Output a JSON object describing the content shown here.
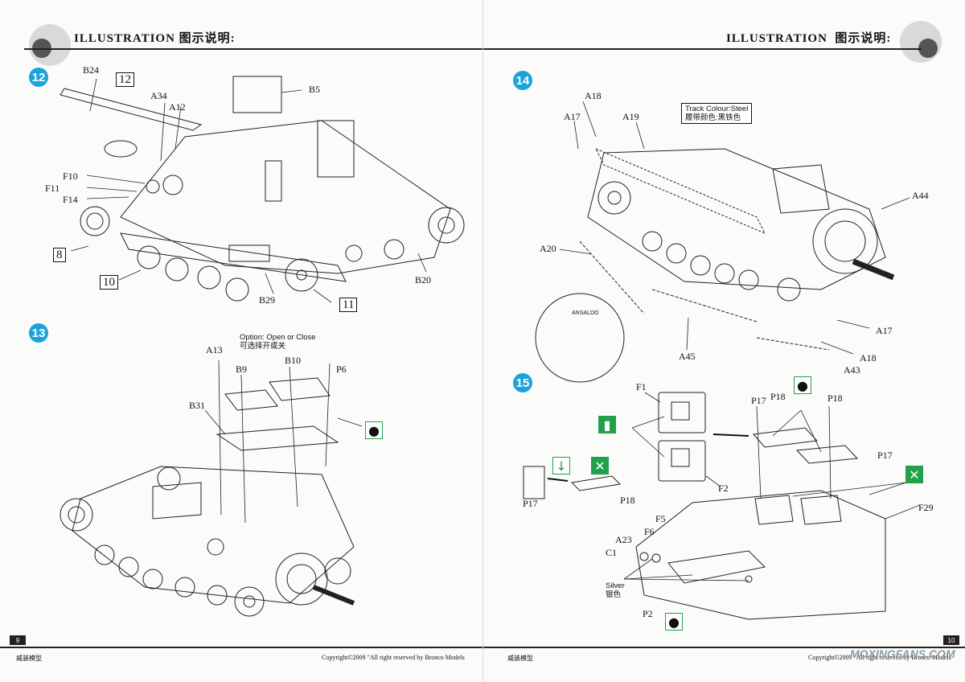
{
  "header": {
    "title_left": "ILLUSTRATION",
    "subtitle_left": "图示说明:",
    "title_right": "ILLUSTRATION",
    "subtitle_right": "图示说明:"
  },
  "steps": {
    "s12": {
      "number": "12",
      "labels": {
        "b24": "B24",
        "a34": "A34",
        "a12": "A12",
        "b5": "B5",
        "f10": "F10",
        "f11": "F11",
        "f14": "F14",
        "b20": "B20",
        "b29": "B29"
      },
      "boxed": {
        "n12": "12",
        "n8": "8",
        "n10": "10",
        "n11": "11"
      }
    },
    "s13": {
      "number": "13",
      "note_line1": "Option: Open or Close",
      "note_line2": "可选择开或关",
      "labels": {
        "a13": "A13",
        "b9": "B9",
        "b10": "B10",
        "p6": "P6",
        "b31": "B31"
      }
    },
    "s14": {
      "number": "14",
      "note_line1": "Track Colour:Steel",
      "note_line2": "履带颜色:黑铁色",
      "labels": {
        "a18_top": "A18",
        "a17_top": "A17",
        "a19": "A19",
        "a44": "A44",
        "a20": "A20",
        "a17_bot": "A17",
        "a18_bot": "A18",
        "a45": "A45",
        "a43": "A43"
      },
      "track_text": "ANSALDO"
    },
    "s15": {
      "number": "15",
      "silver_line1": "Silver",
      "silver_line2": "银色",
      "labels": {
        "f1": "F1",
        "f2": "F2",
        "p17_a": "P17",
        "p18_a": "P18",
        "p18_b": "P18",
        "p17_b": "P17",
        "p17_left": "P17",
        "p18_left": "P18",
        "f29": "F29",
        "f5": "F5",
        "f6": "F6",
        "a23": "A23",
        "c1": "C1",
        "p2": "P2"
      }
    }
  },
  "footer": {
    "page_left": "9",
    "page_right": "10",
    "brand_left": "威骇模型",
    "brand_right": "威骇模型",
    "copyright": "Copyright©2009  \"All right reserved by Bronco Models",
    "watermark": "MOXINGFANS.COM"
  },
  "colors": {
    "step_blue": "#1aa3dc",
    "icon_green": "#22a04a"
  }
}
